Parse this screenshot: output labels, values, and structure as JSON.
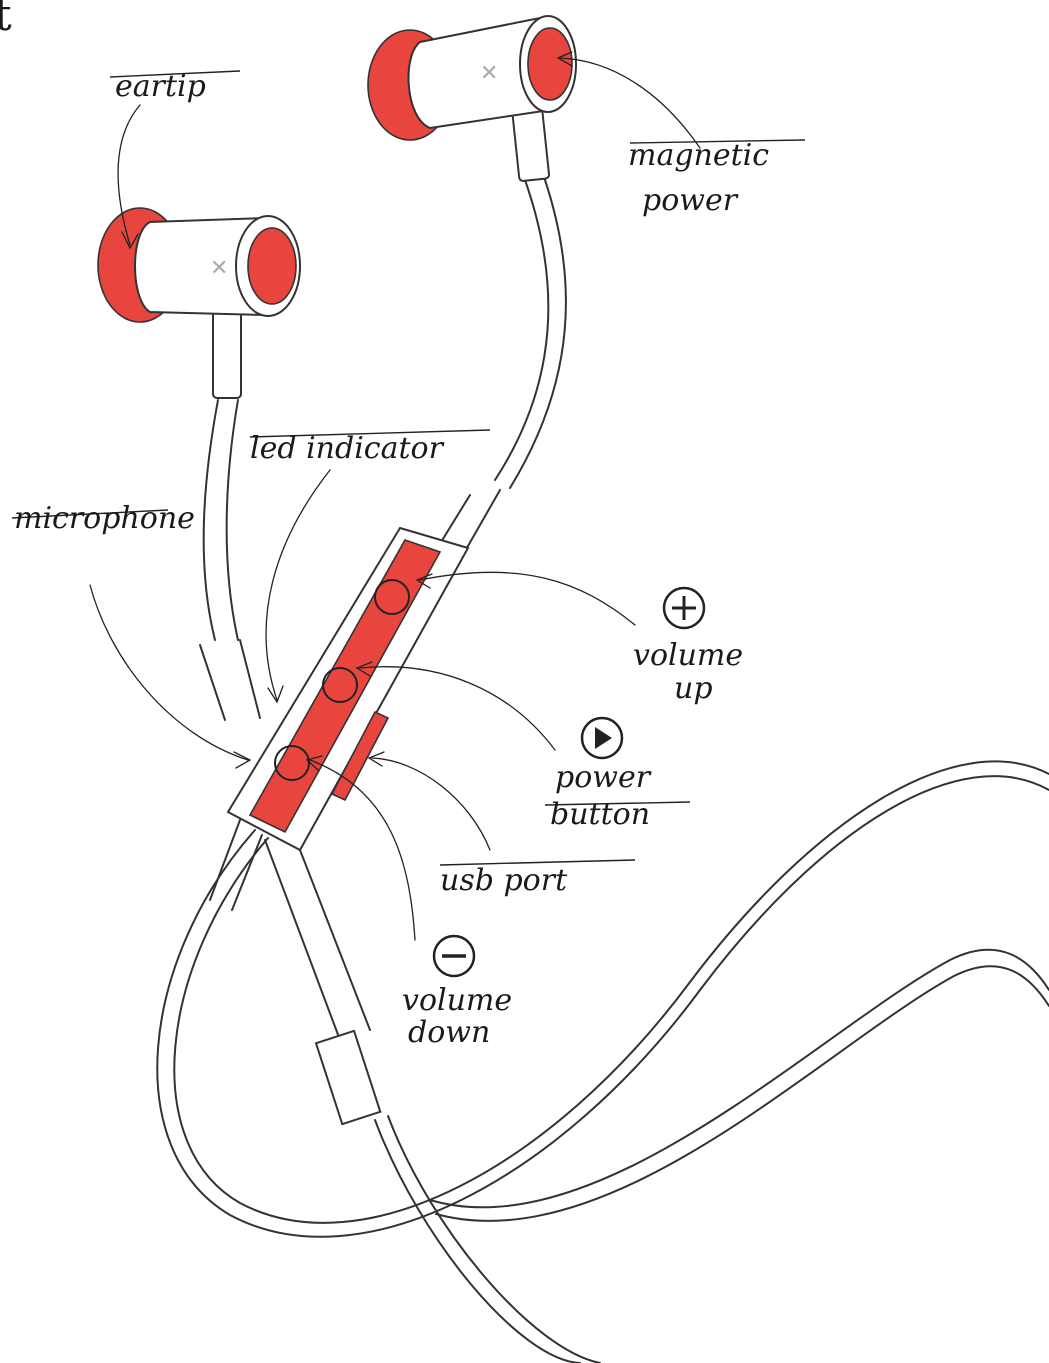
{
  "edge_glyph": "t",
  "labels": {
    "eartip": "eartip",
    "magnetic_1": "magnetic",
    "magnetic_2": "power",
    "led": "led indicator",
    "microphone": "microphone",
    "vol_up_1": "volume",
    "vol_up_2": "up",
    "power_1": "power",
    "power_2": "button",
    "usb": "usb port",
    "vol_down_1": "volume",
    "vol_down_2": "down"
  },
  "icons": {
    "plus": "plus-circle-icon",
    "play": "play-circle-icon",
    "minus": "minus-circle-icon"
  },
  "colors": {
    "accent": "#e8453f",
    "ink": "#1a1a1a",
    "outline": "#333333",
    "background": "#ffffff"
  }
}
